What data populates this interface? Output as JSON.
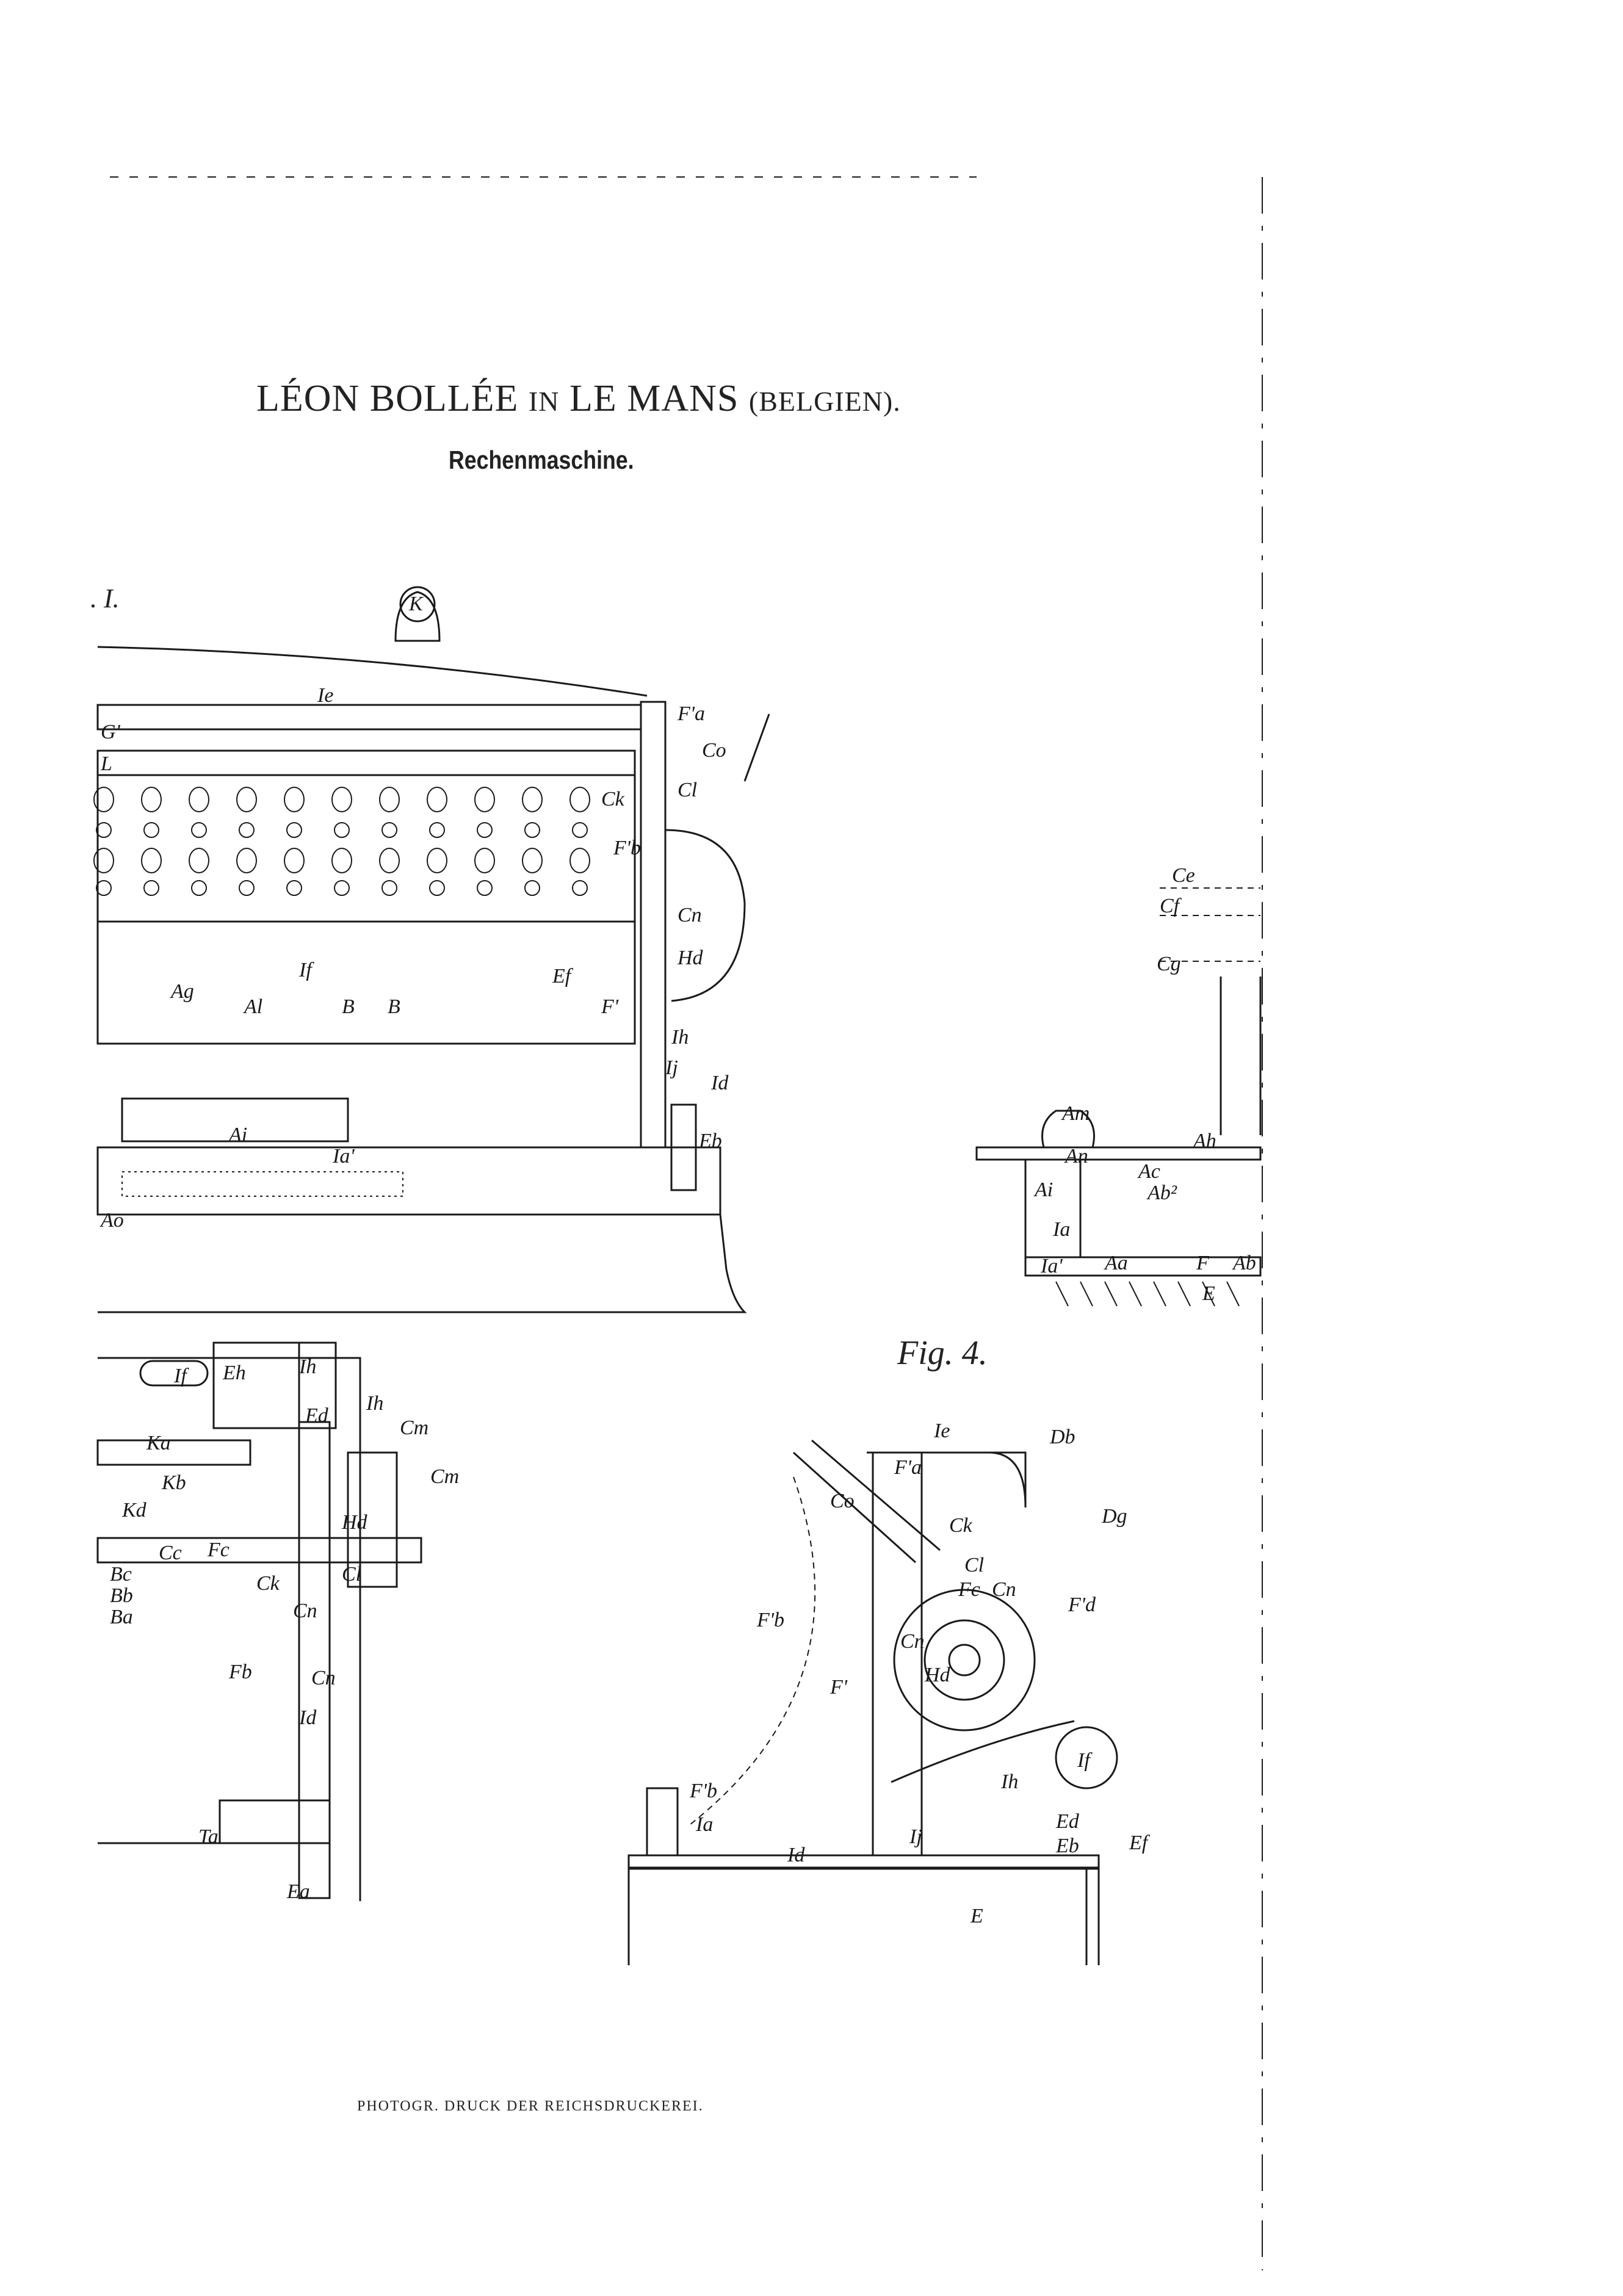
{
  "header": {
    "title_name": "LÉON BOLLÉE",
    "title_in": "IN",
    "title_city": "LE MANS",
    "title_country": "(BELGIEN).",
    "subtitle": "Rechenmaschine."
  },
  "figures": {
    "fig1_label": ". I.",
    "fig4_label": "Fig. 4."
  },
  "footer": "PHOTOGR. DRUCK DER REICHSDRUCKEREI.",
  "drawing_labels": {
    "fig1": [
      "K",
      "Ie",
      "F'a",
      "G'",
      "L",
      "Co",
      "Ck",
      "Cl",
      "F'b",
      "Cn",
      "Hd",
      "Ef",
      "If",
      "Ag",
      "Al",
      "B",
      "B",
      "F'",
      "Ih",
      "Ij",
      "Id",
      "Ai",
      "Ia'",
      "Eb",
      "Ao"
    ],
    "fig_right": [
      "Ce",
      "Cf",
      "Cg",
      "Am",
      "An",
      "Ah",
      "Ac",
      "Ai",
      "Ab²",
      "Ia",
      "Ia'",
      "Aa",
      "F",
      "Ab",
      "E"
    ],
    "fig_bottom_left": [
      "If",
      "Eh",
      "Ih",
      "Ed",
      "Ih",
      "Cm",
      "Cm",
      "Ka",
      "Kb",
      "Kd",
      "Hd",
      "Cc",
      "Fc",
      "Bc",
      "Bb",
      "Ba",
      "Ck",
      "Cl",
      "Cn",
      "Fb",
      "Cn",
      "Id",
      "Ta",
      "Ea"
    ],
    "fig4": [
      "Ie",
      "Db",
      "F'a",
      "Co",
      "Dg",
      "Ck",
      "Cl",
      "Fc",
      "Cn",
      "F'd",
      "F'b",
      "Cn",
      "Hd",
      "F'",
      "If",
      "Ih",
      "F'b",
      "Ia",
      "Ij",
      "Id",
      "Ed",
      "Eb",
      "Ef",
      "E"
    ]
  }
}
